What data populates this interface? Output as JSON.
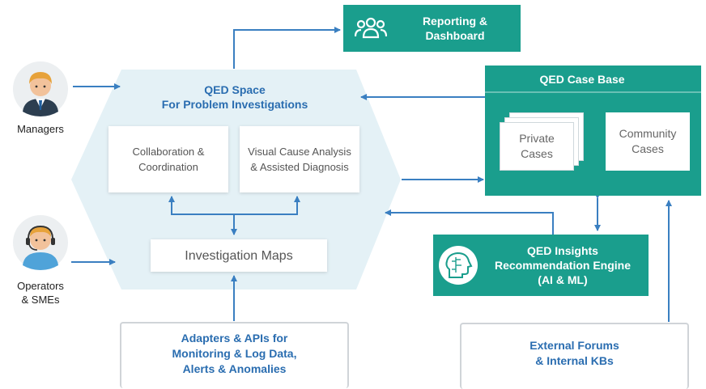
{
  "reporting": {
    "line1": "Reporting &",
    "line2": "Dashboard"
  },
  "managers": {
    "label": "Managers"
  },
  "operators": {
    "line1": "Operators",
    "line2": "& SMEs"
  },
  "qed_space": {
    "line1": "QED Space",
    "line2": "For Problem Investigations"
  },
  "collaboration": {
    "line1": "Collaboration &",
    "line2": "Coordination"
  },
  "visual_cause": {
    "line1": "Visual Cause Analysis",
    "line2": "& Assisted Diagnosis"
  },
  "investigation_maps": {
    "label": "Investigation Maps"
  },
  "case_base": {
    "title": "QED Case Base",
    "private": {
      "line1": "Private",
      "line2": "Cases"
    },
    "community": {
      "line1": "Community",
      "line2": "Cases"
    }
  },
  "insights": {
    "line1": "QED Insights",
    "line2": "Recommendation Engine",
    "line3": "(AI & ML)"
  },
  "adapters": {
    "line1": "Adapters & APIs for",
    "line2": "Monitoring & Log Data,",
    "line3": "Alerts & Anomalies"
  },
  "forums": {
    "line1": "External Forums",
    "line2": "& Internal KBs"
  },
  "colors": {
    "teal": "#1a9e8d",
    "hex_fill": "#e4f1f6",
    "arrow": "#3a7fc1",
    "heading_blue": "#2a6db0"
  }
}
